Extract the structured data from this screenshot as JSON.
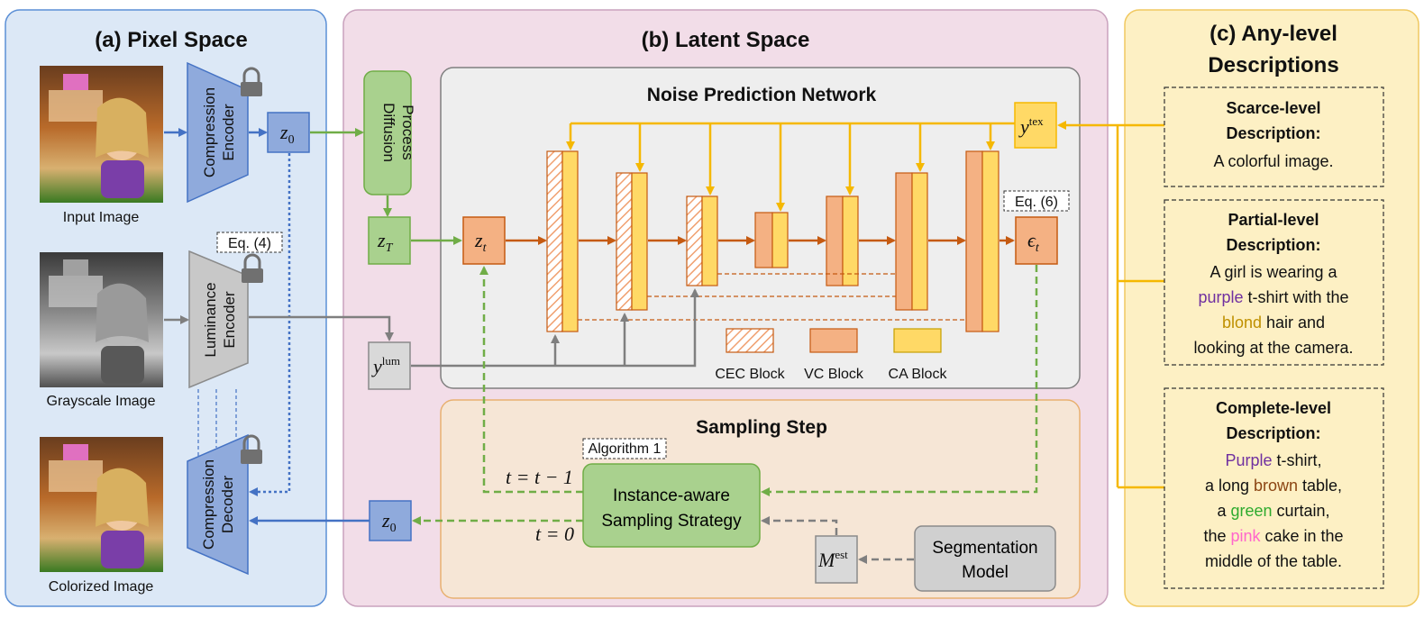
{
  "panels": {
    "pixel": {
      "title": "(a) Pixel Space"
    },
    "latent": {
      "title": "(b) Latent Space"
    },
    "desc": {
      "title_line1": "(c) Any-level",
      "title_line2": "Descriptions"
    }
  },
  "pixel_space": {
    "input_caption": "Input Image",
    "gray_caption": "Grayscale Image",
    "color_caption": "Colorized Image",
    "comp_encoder": [
      "Compression",
      "Encoder"
    ],
    "lum_encoder": [
      "Luminance",
      "Encoder"
    ],
    "comp_decoder": [
      "Compression",
      "Decoder"
    ],
    "eq4": "Eq. (4)"
  },
  "latent_space": {
    "z0": "z",
    "z0_sub": "0",
    "zT": "z",
    "zT_sub": "T",
    "zt": "z",
    "zt_sub": "t",
    "diffusion": [
      "Diffusion",
      "Process"
    ],
    "ylum": "y",
    "ylum_sup": "lum",
    "ytex": "y",
    "ytex_sup": "tex",
    "eps": "ϵ",
    "eps_sub": "t",
    "eq6": "Eq. (6)",
    "npn_title": "Noise Prediction Network",
    "legend": {
      "cec": "CEC Block",
      "vc": "VC Block",
      "ca": "CA Block"
    },
    "sampling_title": "Sampling Step",
    "algorithm": "Algorithm 1",
    "strategy": [
      "Instance-aware",
      "Sampling Strategy"
    ],
    "t_minus": "t = t − 1",
    "t_zero": "t = 0",
    "mest": "M",
    "mest_sup": "est",
    "segmentation": [
      "Segmentation",
      "Model"
    ]
  },
  "descriptions": {
    "scarce": {
      "h1": "Scarce-level",
      "h2": "Description:",
      "lines": [
        "A colorful image."
      ]
    },
    "partial": {
      "h1": "Partial-level",
      "h2": "Description:",
      "l1": "A girl is wearing a",
      "l2_c": "purple",
      "l2": " t-shirt with the",
      "l3_c": "blond",
      "l3": " hair and",
      "l4": "looking at the camera."
    },
    "complete": {
      "h1": "Complete-level",
      "h2": "Description:",
      "l1_c": "Purple",
      "l1": " t-shirt,",
      "l2a": "a long ",
      "l2_c": "brown",
      "l2b": " table,",
      "l3a": "a ",
      "l3_c": "green",
      "l3b": " curtain,",
      "l4a": "the  ",
      "l4_c": "pink",
      "l4b": " cake in the",
      "l5": "middle of the table."
    }
  },
  "colors": {
    "pixel_bg": "#dce8f6",
    "pixel_border": "#5b8fd6",
    "latent_bg": "#f2dde8",
    "latent_border": "#c9a2bd",
    "desc_bg": "#fdf0c4",
    "desc_border": "#f0c860",
    "blue": "#4472c4",
    "green": "#70ad47",
    "orange": "#c55a11",
    "yellow": "#f5b800",
    "gray": "#7f7f7f",
    "purple": "#7030a0",
    "blond": "#bf9000",
    "brown": "#8b4513",
    "greenword": "#2eaa2e",
    "pink": "#ff66cc"
  }
}
